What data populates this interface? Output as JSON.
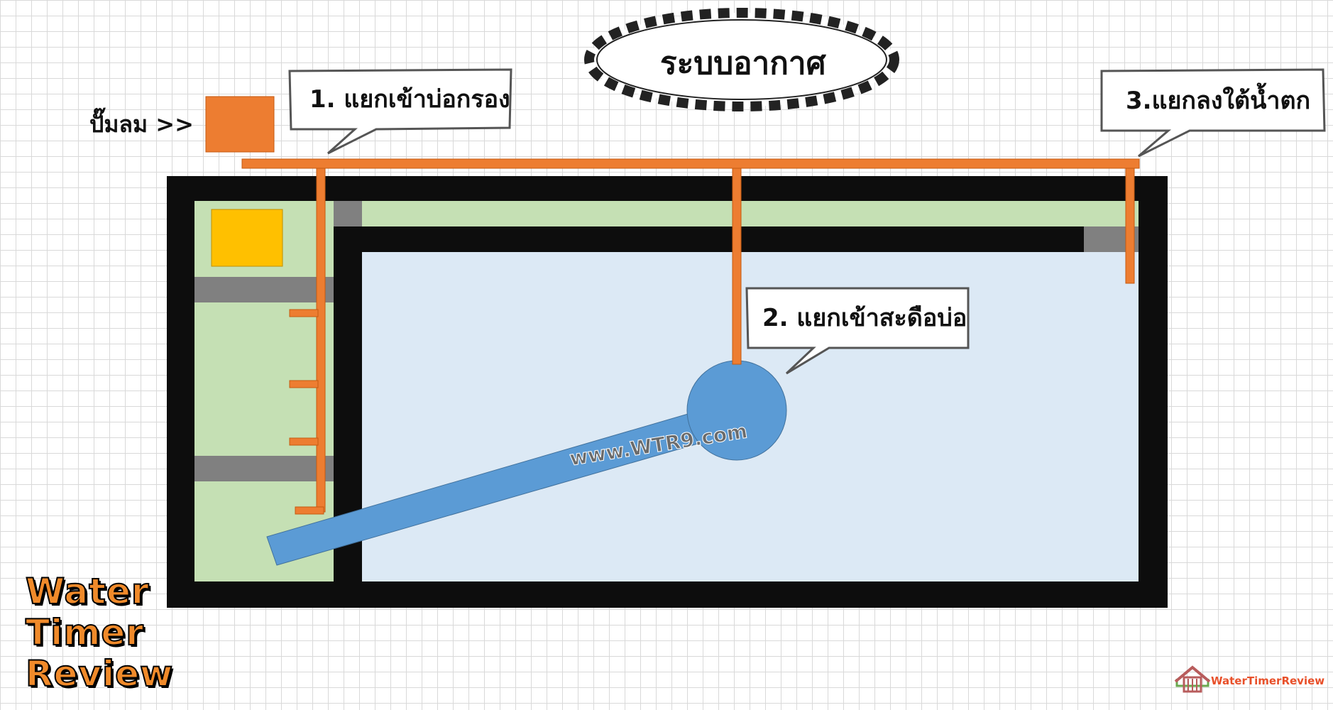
{
  "diagram": {
    "title": "ระบบอากาศ",
    "pump_label": "ปั๊มลม >>",
    "callouts": [
      {
        "id": "1",
        "text": "1. แยกเข้าบ่อกรอง"
      },
      {
        "id": "2",
        "text": "2. แยกเข้าสะดือบ่อ"
      },
      {
        "id": "3",
        "text": "3.แยกลงใต้น้ำตก"
      }
    ],
    "watermark": "www.WTR9.com"
  },
  "logo": {
    "line1": "Water",
    "line2": "Timer",
    "line3": "Review"
  },
  "brand": {
    "text": "WaterTimerReview"
  },
  "colors": {
    "pipe": "#ed7d31",
    "pond_water": "#dce9f5",
    "filter_zone": "#c5e0b4",
    "drain_pipe": "#5b9bd5",
    "wall": "#0d0d0d",
    "mesh": "#808080",
    "pump": "#ed7d31",
    "filter_box": "#ffc000"
  }
}
